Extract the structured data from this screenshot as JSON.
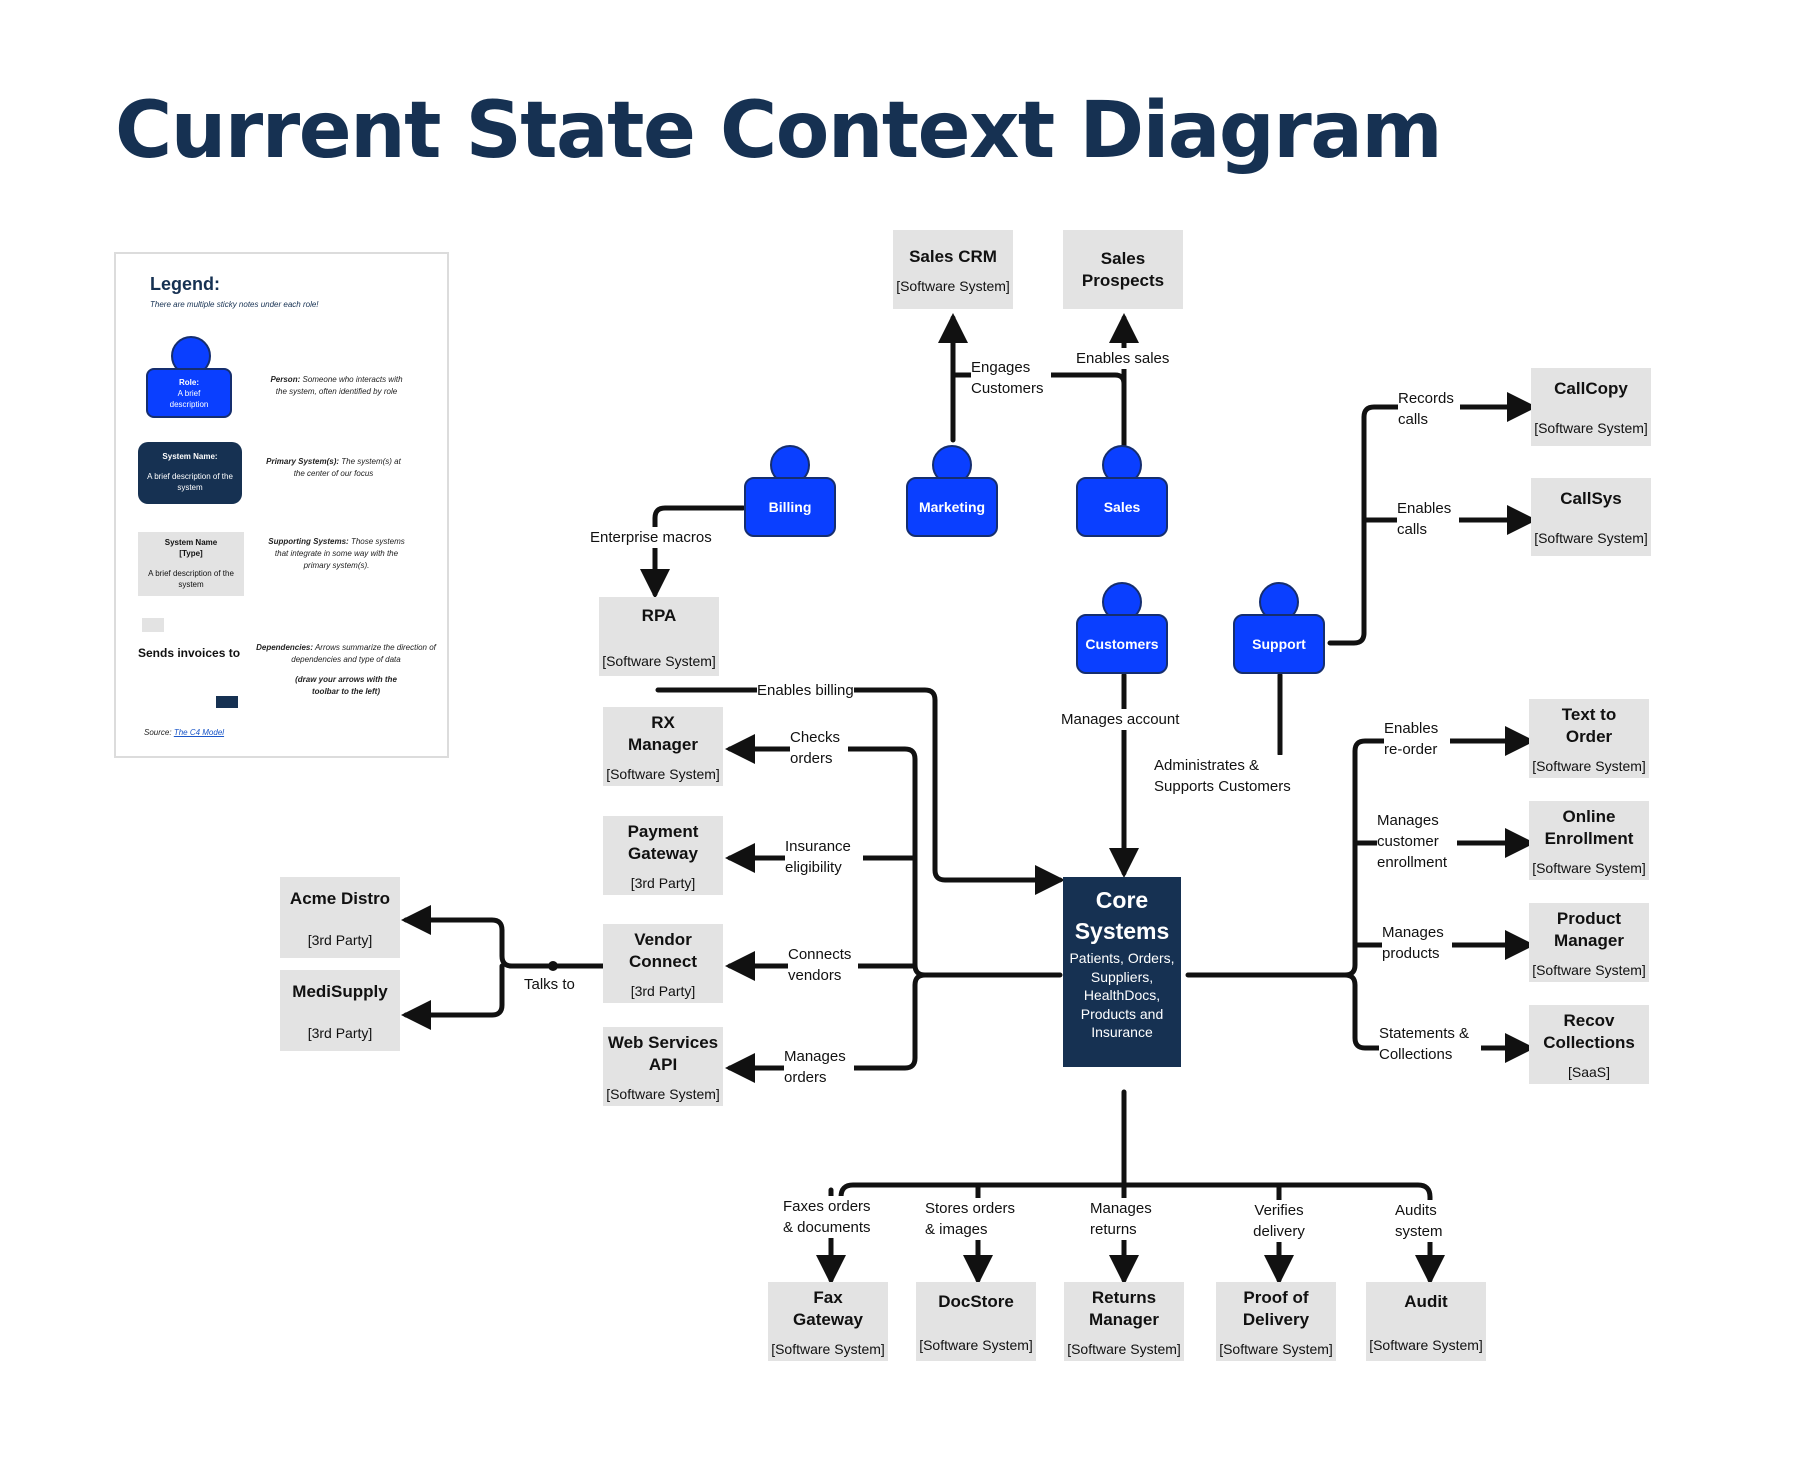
{
  "title": "Current State Context Diagram",
  "legend": {
    "title": "Legend:",
    "subtitle": "There are multiple sticky notes under each role!",
    "person_card": {
      "role": "Role:",
      "desc": "A brief description"
    },
    "person_term": "Person:",
    "person_desc": "Someone who interacts with the system, often identified by role",
    "primary_card": {
      "name": "System Name:",
      "desc": "A brief description of the system"
    },
    "primary_term": "Primary System(s):",
    "primary_desc": "The system(s) at the center of our focus",
    "supporting_card": {
      "name": "System Name",
      "type": "[Type]",
      "desc": "A brief description of the system"
    },
    "supporting_term": "Supporting Systems:",
    "supporting_desc": "Those systems that integrate in some way with the primary system(s).",
    "dependency_label": "Sends invoices to",
    "dependency_term": "Dependencies:",
    "dependency_desc": "Arrows summarize the direction of dependencies and type of data",
    "dependency_note": "(draw your arrows with the toolbar to the left)",
    "source_label": "Source:",
    "source_link": "The C4 Model"
  },
  "persons": {
    "billing": "Billing",
    "marketing": "Marketing",
    "sales": "Sales",
    "customers": "Customers",
    "support": "Support"
  },
  "core": {
    "name": "Core Systems",
    "desc": "Patients, Orders, Suppliers, HealthDocs, Products and Insurance"
  },
  "systems": {
    "sales_crm": {
      "name": "Sales CRM",
      "type": "[Software System]"
    },
    "sales_prospects": {
      "name": "Sales Prospects"
    },
    "callcopy": {
      "name": "CallCopy",
      "type": "[Software System]"
    },
    "callsys": {
      "name": "CallSys",
      "type": "[Software System]"
    },
    "rpa": {
      "name": "RPA",
      "type": "[Software System]"
    },
    "rx_manager": {
      "name": "RX Manager",
      "type": "[Software System]"
    },
    "payment_gateway": {
      "name": "Payment Gateway",
      "type": "[3rd Party]"
    },
    "vendor_connect": {
      "name": "Vendor Connect",
      "type": "[3rd Party]"
    },
    "web_services_api": {
      "name": "Web Services API",
      "type": "[Software System]"
    },
    "acme_distro": {
      "name": "Acme Distro",
      "type": "[3rd Party]"
    },
    "medisupply": {
      "name": "MediSupply",
      "type": "[3rd Party]"
    },
    "text_to_order": {
      "name": "Text to Order",
      "type": "[Software System]"
    },
    "online_enrollment": {
      "name": "Online Enrollment",
      "type": "[Software System]"
    },
    "product_manager": {
      "name": "Product Manager",
      "type": "[Software System]"
    },
    "recov_collections": {
      "name": "Recov Collections",
      "type": "[SaaS]"
    },
    "fax_gateway": {
      "name": "Fax Gateway",
      "type": "[Software System]"
    },
    "docstore": {
      "name": "DocStore",
      "type": "[Software System]"
    },
    "returns_manager": {
      "name": "Returns Manager",
      "type": "[Software System]"
    },
    "proof_of_delivery": {
      "name": "Proof of Delivery",
      "type": "[Software System]"
    },
    "audit": {
      "name": "Audit",
      "type": "[Software System]"
    }
  },
  "edge_labels": {
    "engages_customers": "Engages Customers",
    "enables_sales": "Enables sales",
    "records_calls": "Records calls",
    "enables_calls": "Enables calls",
    "enterprise_macros": "Enterprise macros",
    "enables_billing": "Enables billing",
    "manages_account": "Manages account",
    "administrates_supports": "Administrates & Supports Customers",
    "checks_orders": "Checks orders",
    "insurance_eligibility": "Insurance eligibility",
    "connects_vendors": "Connects vendors",
    "manages_orders": "Manages orders",
    "talks_to": "Talks to",
    "enables_reorder": "Enables re-order",
    "manages_enrollment": "Manages customer enrollment",
    "manages_products": "Manages products",
    "statements_collections": "Statements & Collections",
    "faxes_orders": "Faxes orders & documents",
    "stores_orders": "Stores orders & images",
    "manages_returns": "Manages returns",
    "verifies_delivery": "Verifies delivery",
    "audits_system": "Audits system"
  }
}
